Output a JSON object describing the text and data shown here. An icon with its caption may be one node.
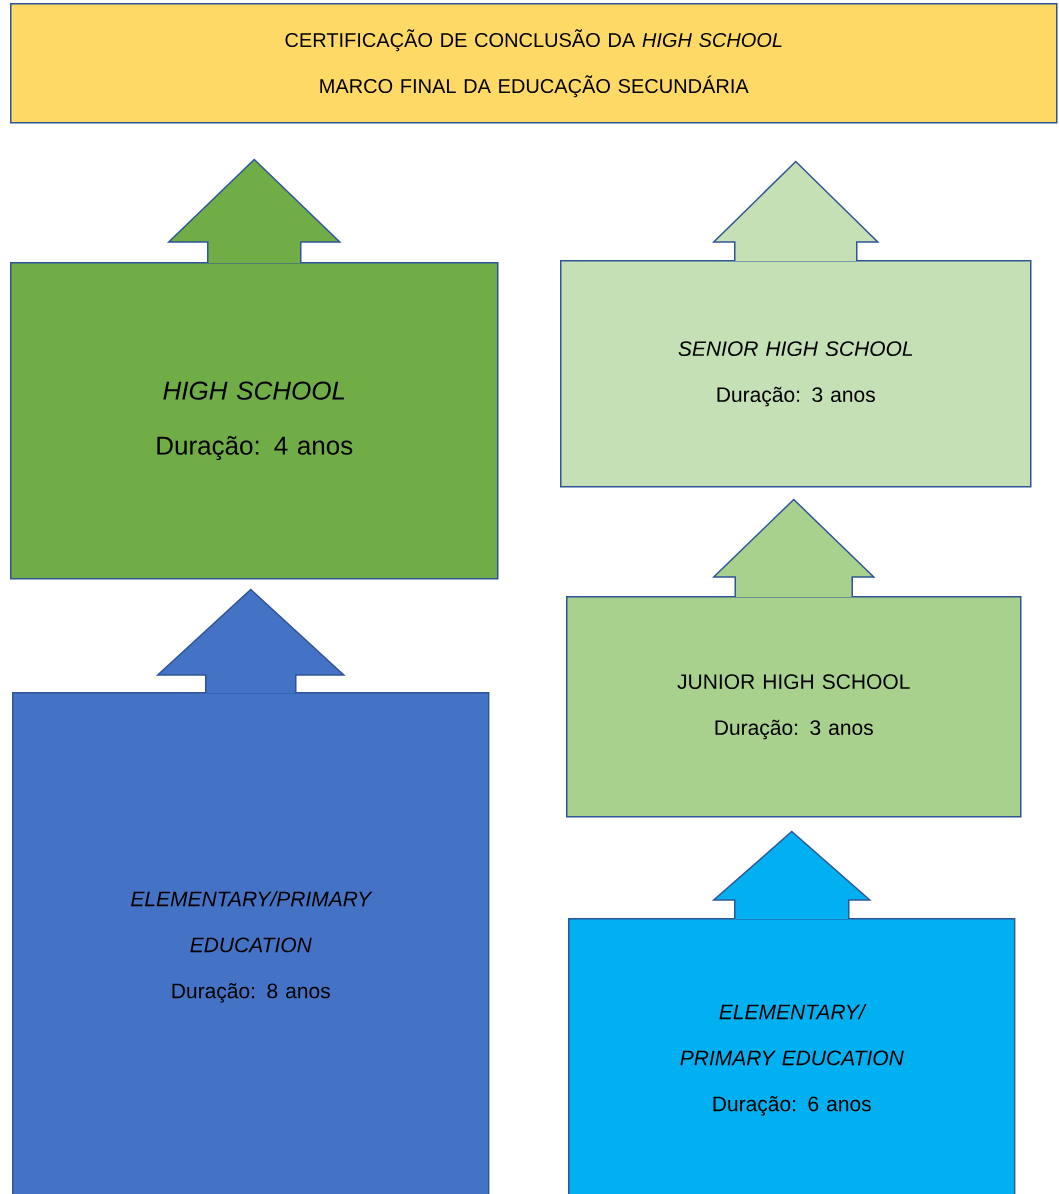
{
  "diagram": {
    "nodes": [
      {
        "text": [
          "CERTIFICAÇÃO DE CONCLUSÃO DA *HIGH SCHOOL*",
          "MARCO FINAL DA EDUCAÇÃO SECUNDÁRIA"
        ]
      },
      {
        "text": [
          "HIGH SCHOOL",
          "Duração: 4 anos"
        ]
      },
      {
        "text": [
          "SENIOR HIGH SCHOOL",
          "Duração: 3 anos"
        ]
      },
      {
        "text": [
          "JUNIOR HIGH SCHOOL",
          "Duração: 3 anos"
        ]
      },
      {
        "text": [
          "ELEMENTARY/PRIMARY EDUCATION",
          "Duração: 8 anos"
        ]
      },
      {
        "text": [
          "ELEMENTARY/ PRIMARY EDUCATION",
          "Duração: 6 anos"
        ]
      }
    ],
    "edges": [
      {
        "from": 1,
        "to": 0,
        "arrow": "to"
      },
      {
        "from": 2,
        "to": 0,
        "arrow": "to"
      },
      {
        "from": 3,
        "to": 2,
        "arrow": "to"
      },
      {
        "from": 4,
        "to": 1,
        "arrow": "to"
      },
      {
        "from": 5,
        "to": 3,
        "arrow": "to"
      }
    ]
  }
}
